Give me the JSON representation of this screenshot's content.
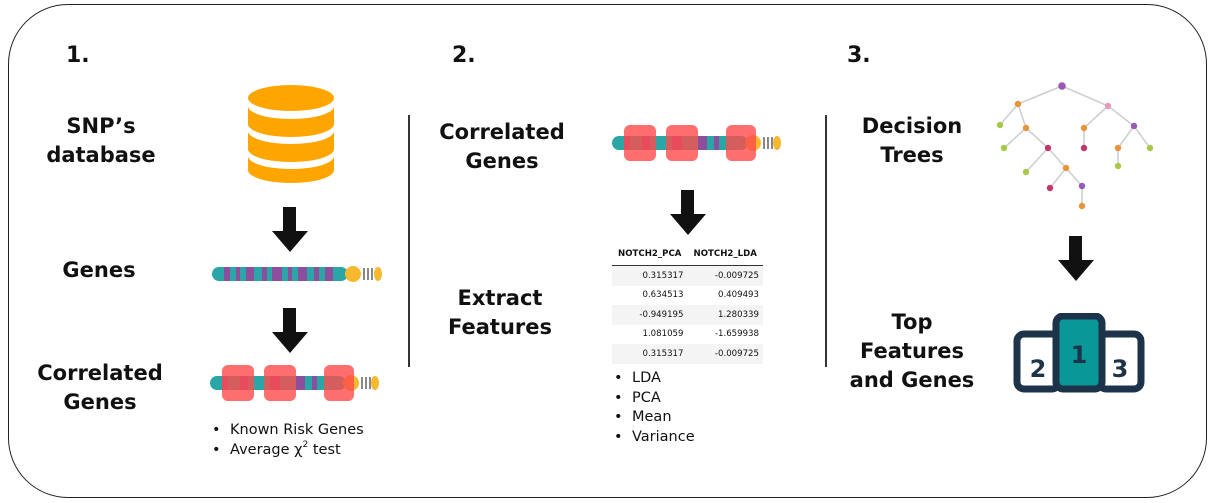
{
  "steps": [
    {
      "num": "1.",
      "items": {
        "snp_db": "SNP’s database",
        "genes": "Genes",
        "correlated": "Correlated Genes"
      },
      "bullets": [
        "Known Risk Genes",
        "Average χ",
        "2",
        " test"
      ]
    },
    {
      "num": "2.",
      "items": {
        "correlated": "Correlated Genes",
        "extract": "Extract Features"
      },
      "bullets": [
        "LDA",
        "PCA",
        "Mean",
        "Variance"
      ]
    },
    {
      "num": "3.",
      "items": {
        "trees": "Decision Trees",
        "top": "Top Features and Genes"
      }
    }
  ],
  "snp_db_lines": [
    "SNP’s",
    "database"
  ],
  "correlated_lines": [
    "Correlated",
    "Genes"
  ],
  "extract_lines": [
    "Extract",
    "Features"
  ],
  "trees_lines": [
    "Decision",
    "Trees"
  ],
  "top_lines": [
    "Top",
    "Features",
    "and Genes"
  ],
  "feature_table": {
    "headers": [
      "NOTCH2_PCA",
      "NOTCH2_LDA"
    ],
    "rows": [
      [
        "0.315317",
        "-0.009725"
      ],
      [
        "0.634513",
        "0.409493"
      ],
      [
        "-0.949195",
        "1.280339"
      ],
      [
        "1.081059",
        "-1.659938"
      ],
      [
        "0.315317",
        "-0.009725"
      ]
    ]
  },
  "podium": {
    "left": "2",
    "center": "1",
    "right": "3"
  },
  "colors": {
    "database": "#ffa500",
    "chrom_teal": "#2aa6a6",
    "chrom_purple": "#8e4e9e",
    "chrom_cap": "#f5b82e",
    "highlight": "#ff4b4b",
    "podium_dark": "#1d3349",
    "podium_teal": "#0a9797"
  },
  "icons": [
    "database-icon",
    "chromosome-icon",
    "down-arrow-icon",
    "decision-tree-icon",
    "podium-icon"
  ]
}
